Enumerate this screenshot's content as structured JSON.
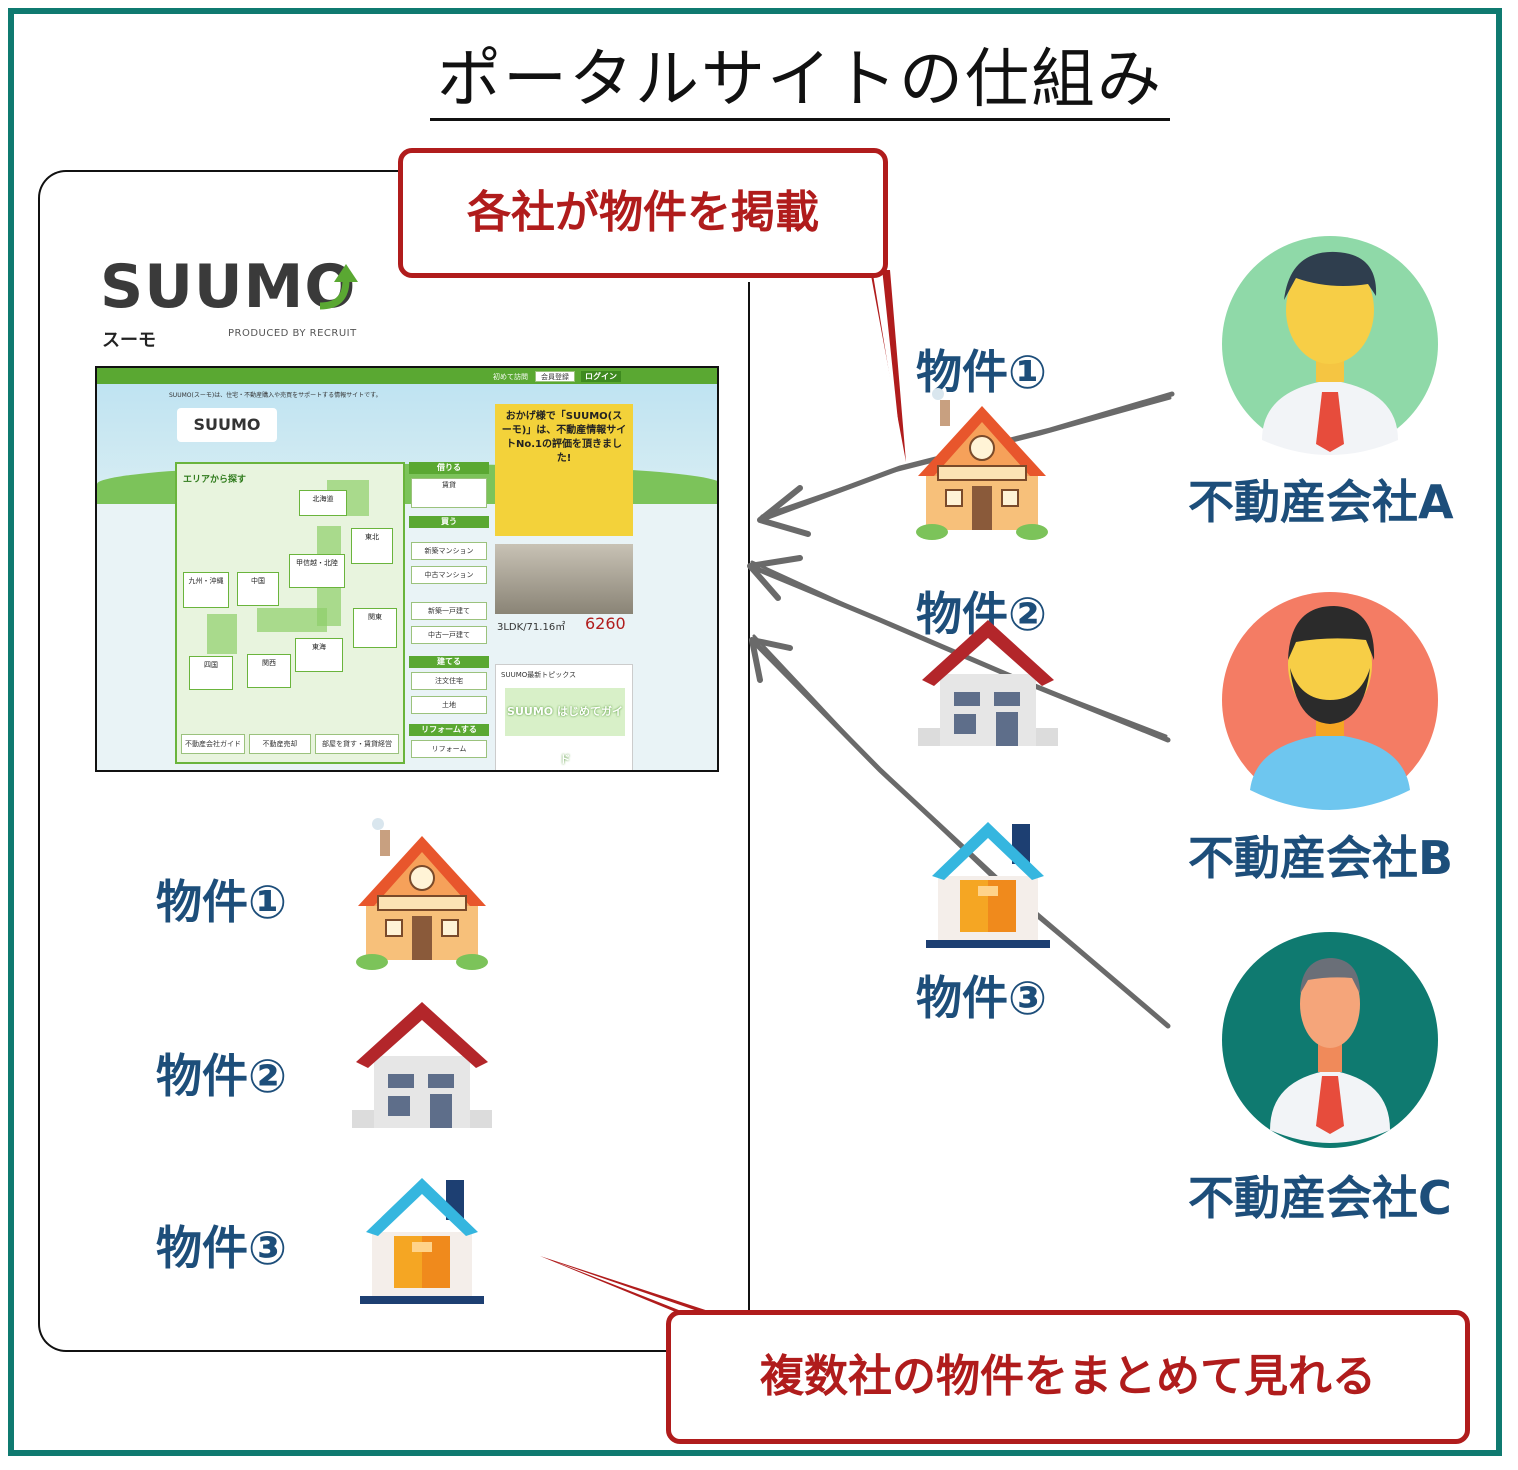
{
  "title": "ポータルサイトの仕組み",
  "callouts": {
    "top": "各社が物件を掲載",
    "bottom": "複数社の物件をまとめて見れる"
  },
  "portal": {
    "logo_word": "SUUMO",
    "logo_kana": "スーモ",
    "logo_produced": "PRODUCED BY RECRUIT",
    "screenshot": {
      "intro": "SUUMO(スーモ)は、住宅・不動産購入や売買をサポートする情報サイトです。",
      "nav_links": [
        "初めて訪問",
        "会員登録",
        "ログイン"
      ],
      "area_search": "エリアから探す",
      "regions": [
        "北海道",
        "東北",
        "甲信越・北陸",
        "関東",
        "東海",
        "関西",
        "中国",
        "四国",
        "九州・沖縄"
      ],
      "categories": [
        {
          "head": "借りる",
          "items": [
            "賃貸"
          ]
        },
        {
          "head": "買う",
          "items": [
            "新築マンション",
            "中古マンション",
            "新築一戸建て",
            "中古一戸建て"
          ]
        },
        {
          "head": "建てる",
          "items": [
            "注文住宅",
            "土地"
          ]
        },
        {
          "head": "リフォームする",
          "items": [
            "リフォーム"
          ]
        }
      ],
      "ad_text": "おかげ様で「SUUMO(スーモ)」は、不動産情報サイトNo.1の評価を頂きました!",
      "listing_price": "6260",
      "listing_layout": "3LDK/71.16㎡",
      "topics_title": "SUUMO最新トピックス",
      "guide_title": "SUUMO はじめてガイド",
      "bottom_links": [
        "不動産会社ガイド",
        "不動産売却",
        "部屋を貸す・賃貸経営"
      ]
    },
    "properties": [
      "物件①",
      "物件②",
      "物件③"
    ]
  },
  "incoming_properties": [
    "物件①",
    "物件②",
    "物件③"
  ],
  "companies": [
    {
      "label": "不動産会社A",
      "circle_color": "#8fd9a8"
    },
    {
      "label": "不動産会社B",
      "circle_color": "#f47c64"
    },
    {
      "label": "不動産会社C",
      "circle_color": "#0f7a70"
    }
  ],
  "colors": {
    "frame": "#0f7a70",
    "callout": "#b01c1c",
    "label": "#1d4e7a",
    "arrow": "#6a6a6a"
  },
  "icons": [
    "house-orange-icon",
    "house-red-roof-icon",
    "house-blue-roof-icon",
    "businessman-a-icon",
    "businessman-b-icon",
    "businessman-c-icon",
    "pencil-arrow-icon"
  ]
}
